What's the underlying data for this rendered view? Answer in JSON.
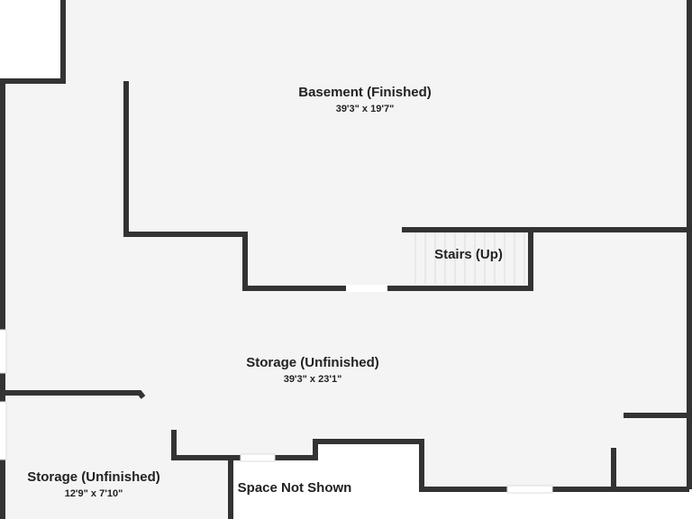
{
  "colors": {
    "background": "#ffffff",
    "floor": "#f4f4f4",
    "wall": "#333333",
    "stair_lines": "#dddddd",
    "window": "#dddddd"
  },
  "rooms": {
    "basement": {
      "name": "Basement (Finished)",
      "dimensions": "39'3\" x 19'7\""
    },
    "stairs": {
      "name": "Stairs (Up)"
    },
    "storage_main": {
      "name": "Storage (Unfinished)",
      "dimensions": "39'3\" x 23'1\""
    },
    "storage_small": {
      "name": "Storage (Unfinished)",
      "dimensions": "12'9\" x 7'10\""
    },
    "space_not_shown": {
      "name": "Space Not Shown"
    }
  }
}
